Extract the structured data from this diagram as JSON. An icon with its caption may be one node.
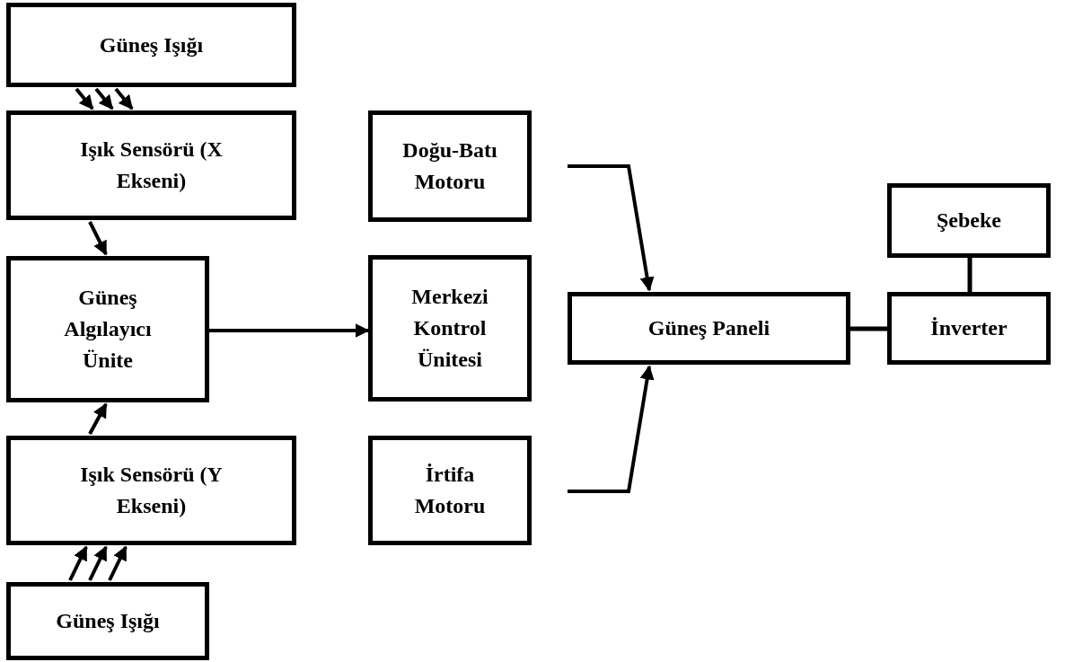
{
  "diagram": {
    "nodes": [
      {
        "text": [
          "Güneş Işığı"
        ]
      },
      {
        "text": [
          "Işık Sensörü (X Ekseni)"
        ]
      },
      {
        "text": [
          "Doğu-Batı Motoru"
        ]
      },
      {
        "text": [
          "Şebeke"
        ]
      },
      {
        "text": [
          "Güneş Algılayıcı Ünite"
        ]
      },
      {
        "text": [
          "Merkezi Kontrol Ünitesi"
        ]
      },
      {
        "text": [
          "Güneş Paneli"
        ]
      },
      {
        "text": [
          "İnverter"
        ]
      },
      {
        "text": [
          "Işık Sensörü (Y Ekseni)"
        ]
      },
      {
        "text": [
          "İrtifa Motoru"
        ]
      },
      {
        "text": [
          "Güneş Işığı"
        ]
      }
    ],
    "edges": [
      {
        "from": 0,
        "to": 1,
        "arrow": "to"
      },
      {
        "from": 0,
        "to": 1,
        "arrow": "to"
      },
      {
        "from": 0,
        "to": 1,
        "arrow": "to"
      },
      {
        "from": 1,
        "to": 4,
        "arrow": "to"
      },
      {
        "from": 4,
        "to": 5,
        "arrow": "to"
      },
      {
        "from": 8,
        "to": 4,
        "arrow": "to"
      },
      {
        "from": 10,
        "to": 8,
        "arrow": "to"
      },
      {
        "from": 10,
        "to": 8,
        "arrow": "to"
      },
      {
        "from": 10,
        "to": 8,
        "arrow": "to"
      },
      {
        "from": 2,
        "to": 6,
        "arrow": "to"
      },
      {
        "from": 9,
        "to": 6,
        "arrow": "to"
      },
      {
        "from": 6,
        "to": 7,
        "arrow": "none"
      },
      {
        "from": 3,
        "to": 7,
        "arrow": "none"
      }
    ]
  }
}
